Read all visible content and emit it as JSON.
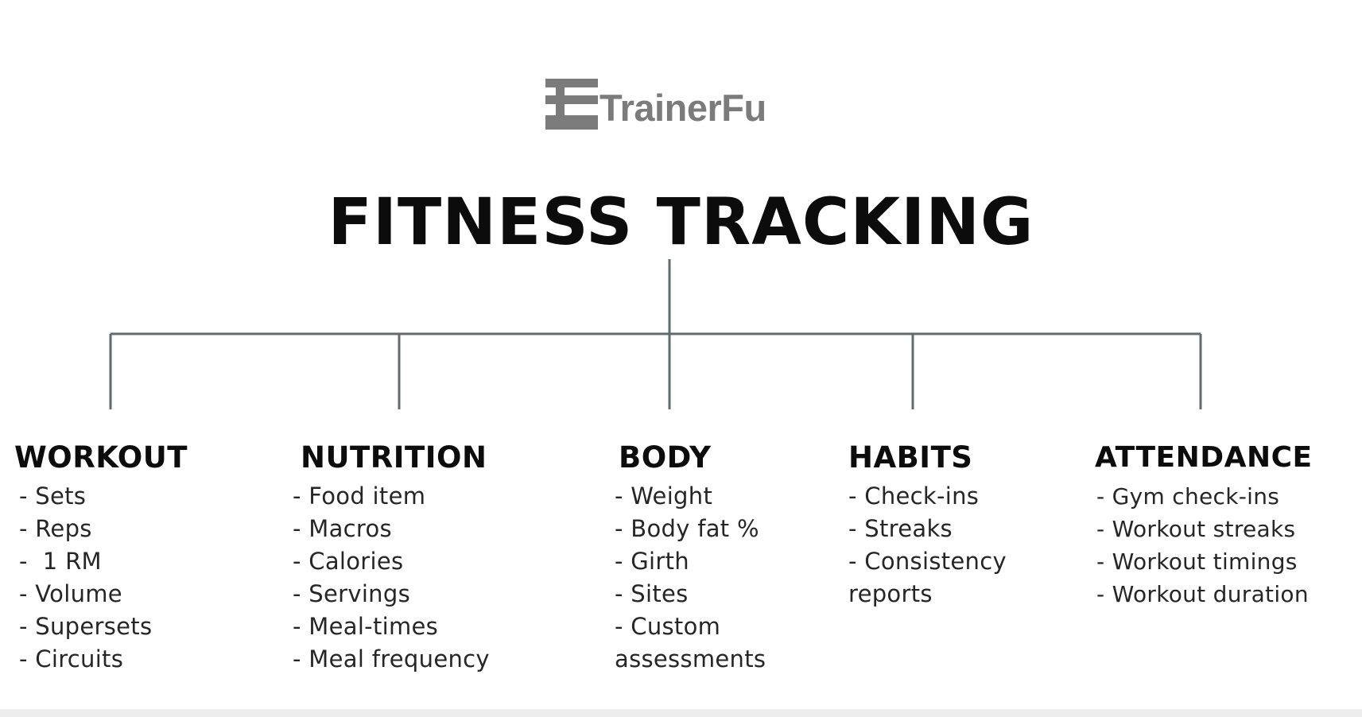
{
  "logo": {
    "name": "TrainerFu",
    "icon": "dumbbell-letter-t-icon",
    "color": "#7b7b7b"
  },
  "title": "FITNESS TRACKING",
  "connector_color": "#5f6b70",
  "categories": [
    {
      "id": "workout",
      "heading": "WORKOUT",
      "items": [
        "- Sets",
        "- Reps",
        "-  1 RM",
        "- Volume",
        "- Supersets",
        "- Circuits"
      ]
    },
    {
      "id": "nutrition",
      "heading": "NUTRITION",
      "items": [
        "- Food item",
        "- Macros",
        "- Calories",
        "- Servings",
        "- Meal-times",
        "- Meal frequency"
      ]
    },
    {
      "id": "body",
      "heading": "BODY",
      "items": [
        "- Weight",
        "- Body fat %",
        "- Girth",
        "- Sites",
        "- Custom",
        "assessments"
      ]
    },
    {
      "id": "habits",
      "heading": "HABITS",
      "items": [
        "- Check-ins",
        "- Streaks",
        "- Consistency",
        "reports"
      ]
    },
    {
      "id": "attendance",
      "heading": "ATTENDANCE",
      "items": [
        "- Gym check-ins",
        "- Workout streaks",
        "- Workout timings",
        "- Workout duration"
      ]
    }
  ]
}
